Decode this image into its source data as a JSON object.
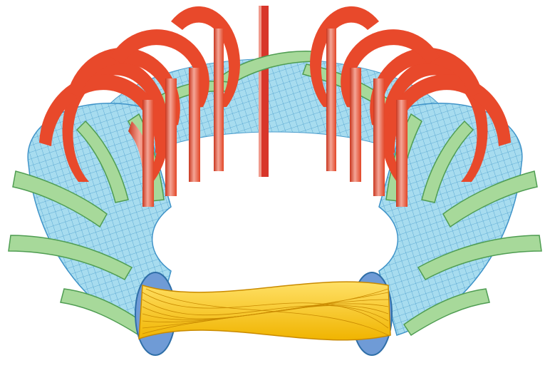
{
  "diagram": {
    "components": [
      {
        "id": "plasma-vessel",
        "kind": "toroidal vessel mesh"
      },
      {
        "id": "helical-bands",
        "kind": "helical windings"
      },
      {
        "id": "toroidal-coils",
        "kind": "toroidal field coils"
      },
      {
        "id": "central-plate",
        "kind": "central column plate"
      },
      {
        "id": "flux-bundle",
        "kind": "twisted magnetic field lines"
      }
    ],
    "colors": {
      "vessel": "#9fd8ee",
      "mesh": "#3f93c8",
      "coil": "#e84a2a",
      "coil_highlight": "#f7b0a4",
      "coil_shadow": "#b0301b",
      "band": "#a7d99a",
      "band_edge": "#4f9d52",
      "cap": "#6f9bd6",
      "flux": "#f5c518",
      "flux_line": "#c98a00",
      "background": "#ffffff"
    }
  }
}
